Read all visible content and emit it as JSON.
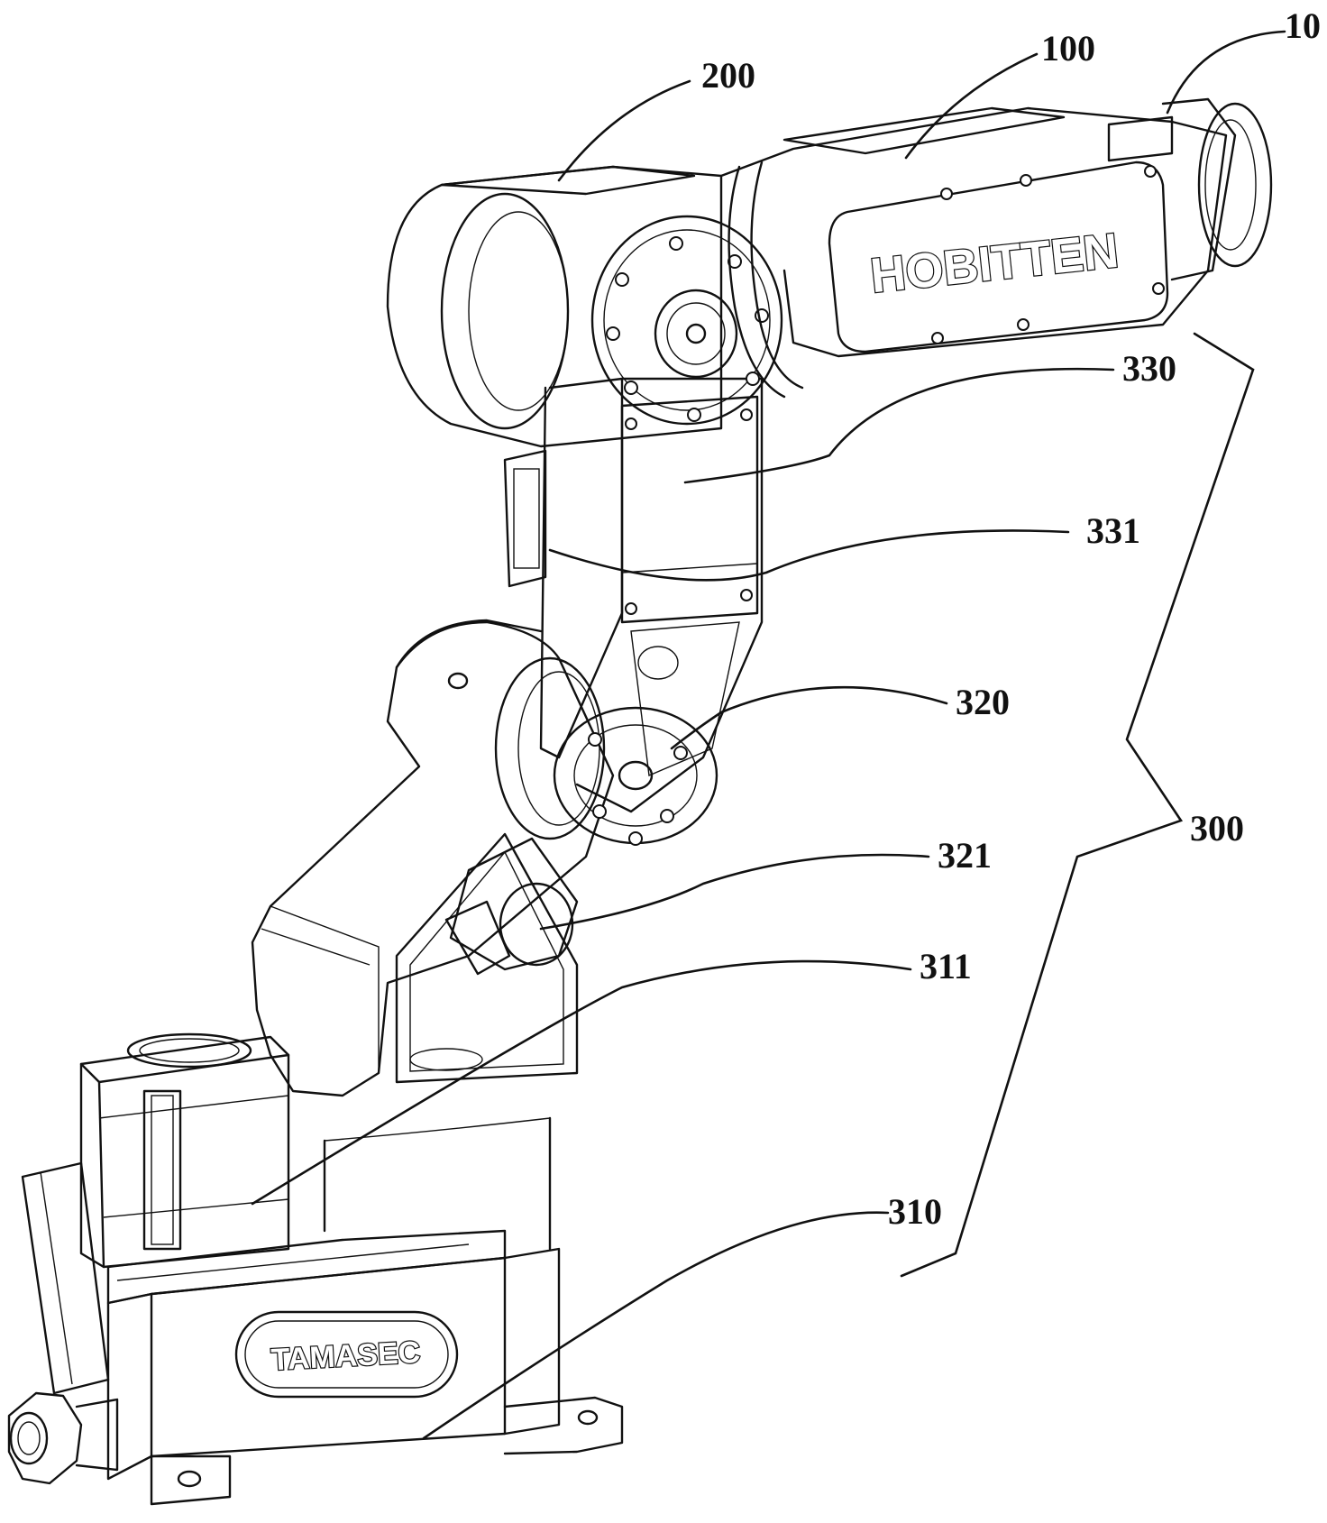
{
  "labels": {
    "l10": "10",
    "l100": "100",
    "l200": "200",
    "l300": "300",
    "l310": "310",
    "l311": "311",
    "l320": "320",
    "l321": "321",
    "l330": "330",
    "l331": "331"
  },
  "brands": {
    "arm": "HOBITTEN",
    "base": "TAMASEC"
  }
}
